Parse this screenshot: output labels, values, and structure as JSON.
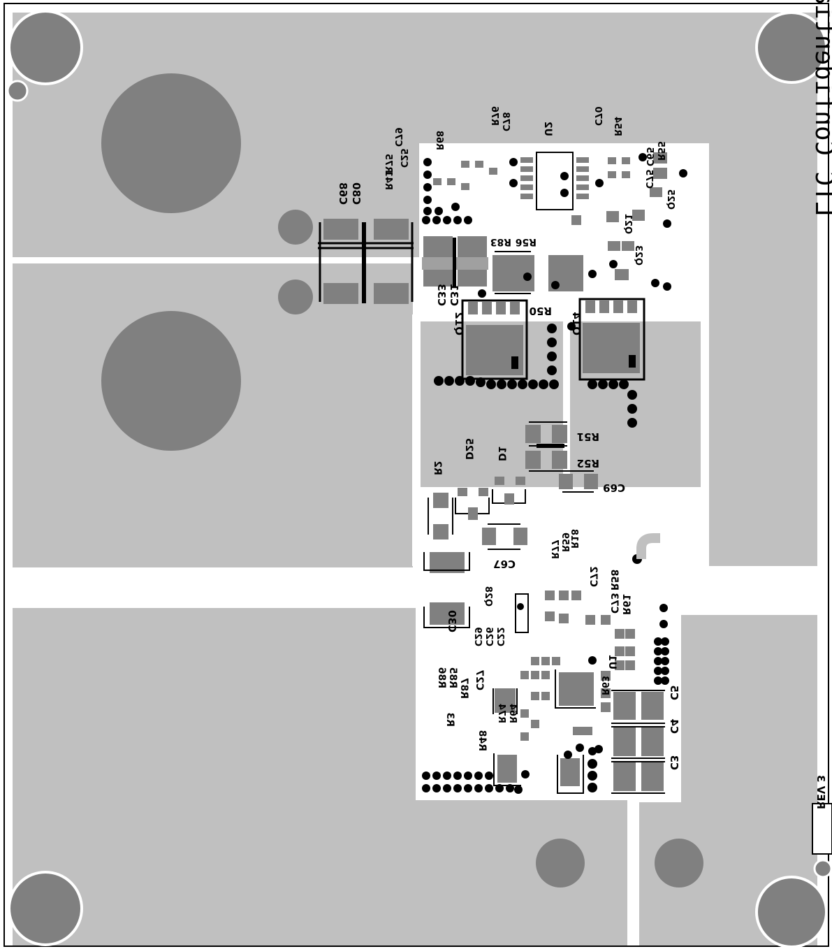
{
  "board": {
    "banner_text": "LTC Confidential - For Customer Use Only",
    "revision": "REV 3",
    "colors": {
      "plane": "#c0c0c0",
      "pad": "#808080",
      "silkscreen": "#000000",
      "background": "#ffffff"
    }
  },
  "designators": {
    "c68": "C68",
    "c80": "C80",
    "c33": "C33",
    "c31": "C31",
    "r50": "R50",
    "r83": "R83",
    "r56": "R56",
    "q12": "Q12",
    "q14": "Q14",
    "r51": "R51",
    "r52": "R52",
    "c69": "C69",
    "d1": "D1",
    "d25": "D25",
    "r2": "R2",
    "c67": "C67",
    "c30": "C30",
    "q28": "Q28",
    "c72": "C72",
    "r58": "R58",
    "c73": "C73",
    "r61": "R61",
    "r18": "R18",
    "r59": "R59",
    "r77": "R77",
    "u1": "U1",
    "c29": "C29",
    "c26": "C26",
    "c22": "C22",
    "r63": "R63",
    "r86": "R86",
    "r85": "R85",
    "r87": "R87",
    "c27": "C27",
    "r3": "R3",
    "r74": "R74",
    "r64": "R64",
    "r48": "R48",
    "c5": "C5",
    "c4": "C4",
    "c3": "C3",
    "u2": "U2",
    "c70": "C70",
    "r54": "R54",
    "r55": "R55",
    "c65": "C65",
    "c75": "C75",
    "q25": "Q25",
    "q21": "Q21",
    "q23": "Q23",
    "r76": "R76",
    "c79": "C79",
    "c25": "C25",
    "r68": "R68",
    "r75": "R75",
    "r41": "R41",
    "c78": "C78"
  }
}
